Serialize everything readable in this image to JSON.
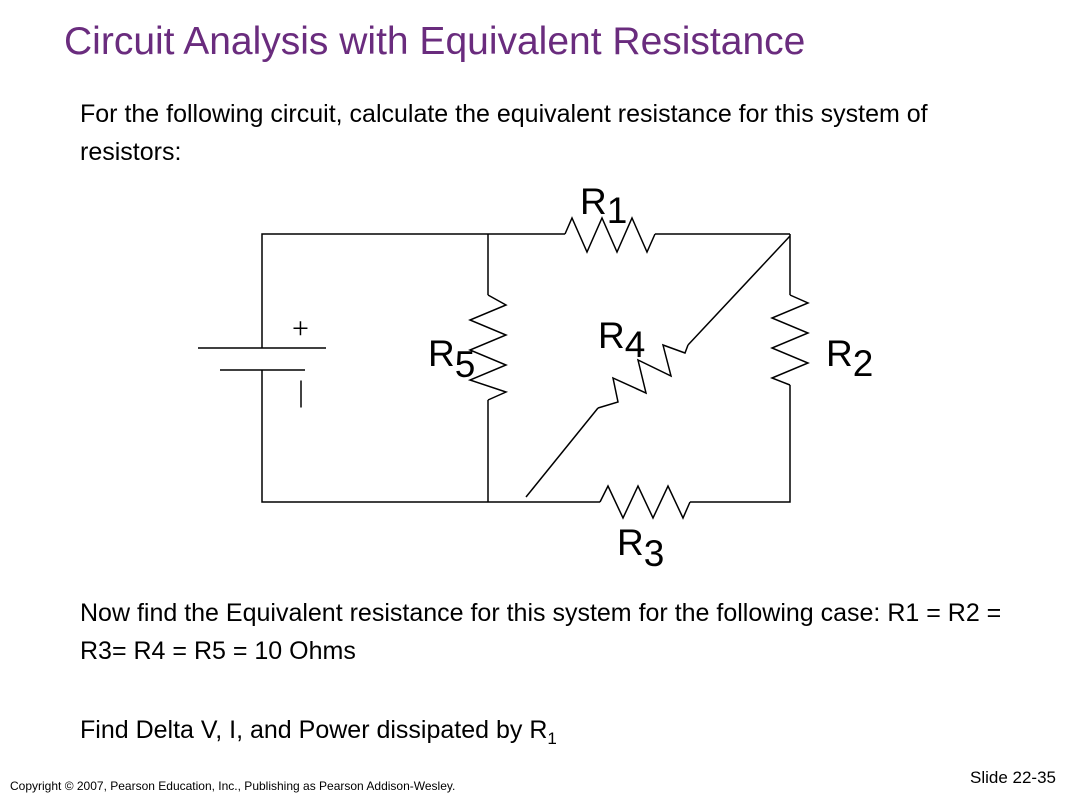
{
  "title": "Circuit Analysis with Equivalent Resistance",
  "intro": "For the following circuit, calculate the equivalent resistance for this system of resistors:",
  "circuit": {
    "battery": {
      "plus": "+",
      "minus": "|"
    },
    "resistors": [
      {
        "id": "r1",
        "letter": "R",
        "index": "1"
      },
      {
        "id": "r2",
        "letter": "R",
        "index": "2"
      },
      {
        "id": "r3",
        "letter": "R",
        "index": "3"
      },
      {
        "id": "r4",
        "letter": "R",
        "index": "4"
      },
      {
        "id": "r5",
        "letter": "R",
        "index": "5"
      }
    ]
  },
  "question1": "Now find the Equivalent resistance for this system for the following case: R1 = R2 = R3= R4 = R5 = 10 Ohms",
  "question2": {
    "text": "Find Delta V, I, and Power dissipated by R",
    "subscript": "1"
  },
  "footer": {
    "copyright": "Copyright © 2007,  Pearson Education, Inc., Publishing as Pearson Addison-Wesley.",
    "slide_number": "Slide 22-35"
  }
}
